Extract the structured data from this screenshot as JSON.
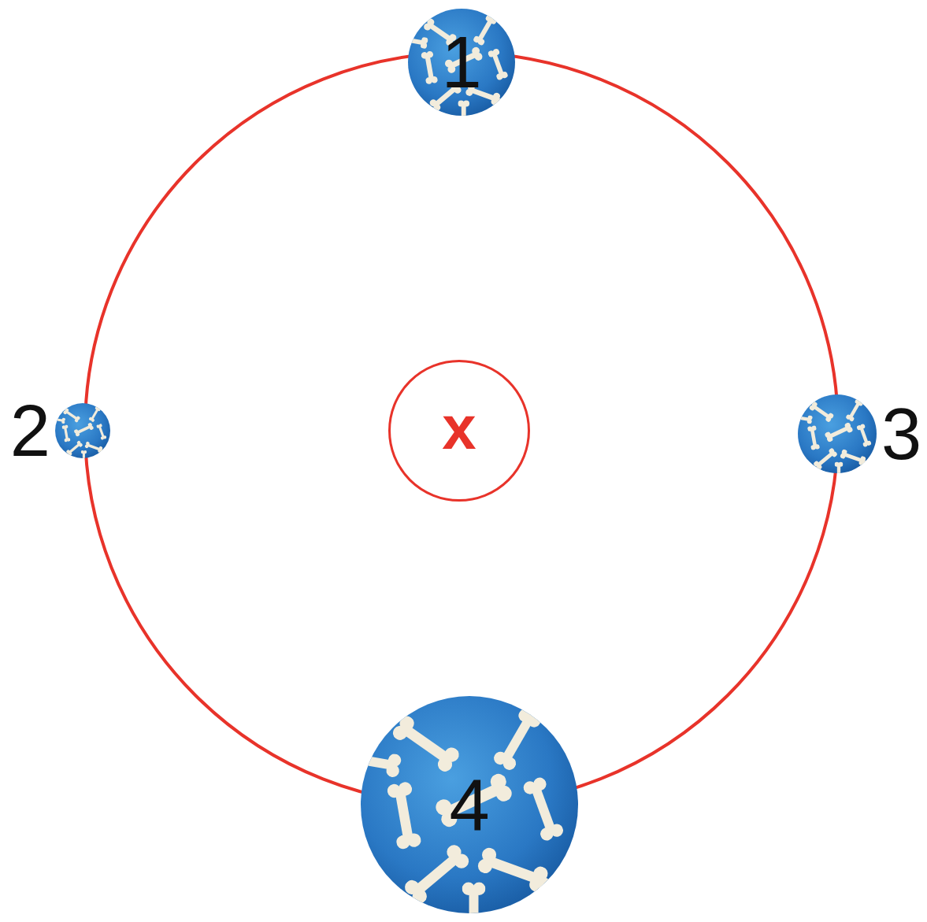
{
  "diagram": {
    "nodes": [
      {
        "text": [
          "1"
        ]
      },
      {
        "text": [
          "2"
        ]
      },
      {
        "text": [
          "x"
        ]
      },
      {
        "text": [
          "3"
        ]
      },
      {
        "text": [
          "4"
        ]
      }
    ]
  }
}
